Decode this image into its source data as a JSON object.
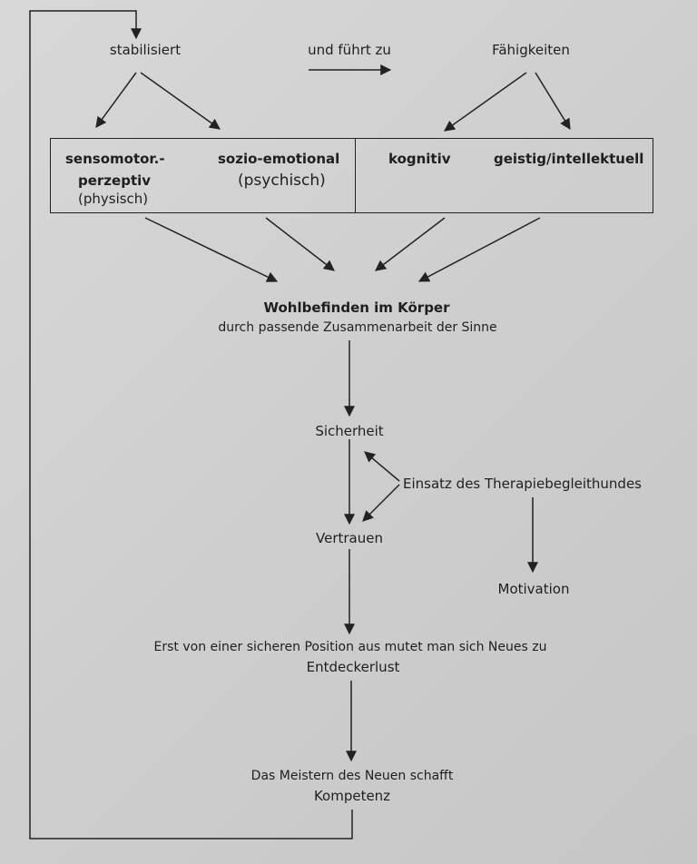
{
  "top": {
    "stabilisiert": "stabilisiert",
    "und_fuehrt_zu": "und führt zu",
    "faehigkeiten": "Fähigkeiten"
  },
  "box": {
    "sensomotor_line1": "sensomotor.-",
    "sensomotor_line2": "perzeptiv",
    "sensomotor_line3": "(physisch)",
    "sozio_line1": "sozio-emotional",
    "sozio_line2": "(psychisch)",
    "kognitiv": "kognitiv",
    "geistig": "geistig/intellektuell"
  },
  "flow": {
    "wohlbefinden_title": "Wohlbefinden im Körper",
    "wohlbefinden_sub": "durch passende Zusammenarbeit der Sinne",
    "sicherheit": "Sicherheit",
    "einsatz": "Einsatz des Therapiebegleithundes",
    "vertrauen": "Vertrauen",
    "motivation": "Motivation",
    "erst_von": "Erst von einer sicheren Position aus mutet man sich Neues zu",
    "entdeckerlust": "Entdeckerlust",
    "meistern": "Das Meistern des Neuen schafft",
    "kompetenz": "Kompetenz"
  }
}
